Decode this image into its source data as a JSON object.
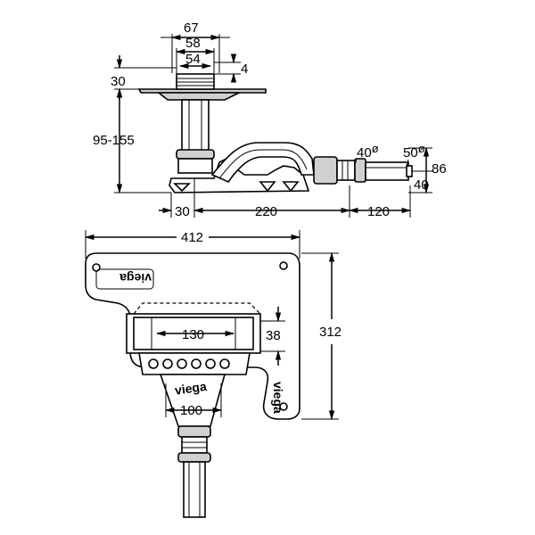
{
  "side_view": {
    "dims": {
      "d67": "67",
      "d58": "58",
      "d54": "54",
      "d4": "4",
      "d30_top": "30",
      "d95_155": "95-155",
      "d40_pipe": "40",
      "d50_pipe": "50",
      "d86": "86",
      "d40_height": "40",
      "d30_bottom": "30",
      "d220": "220",
      "d120": "120"
    },
    "diameter_symbol": "ø"
  },
  "plan_view": {
    "dims": {
      "d412": "412",
      "d312": "312",
      "d130": "130",
      "d38": "38",
      "d100": "100"
    },
    "brand": "viega"
  }
}
